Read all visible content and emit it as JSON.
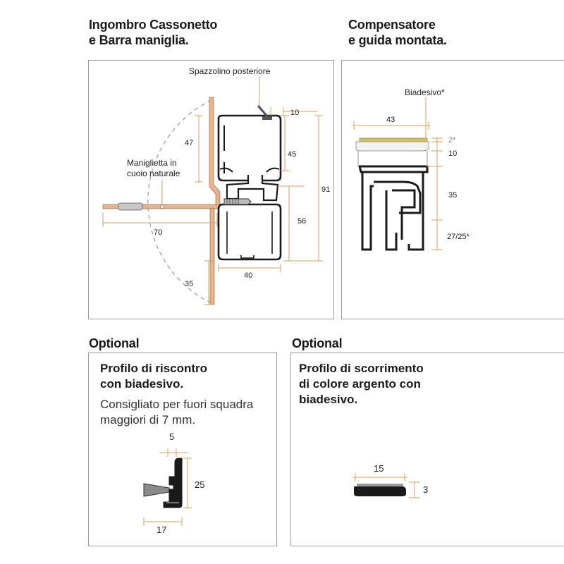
{
  "section1": {
    "title_line1": "Ingombro Cassonetto",
    "title_line2": "e Barra maniglia.",
    "labels": {
      "brush": "Spazzolino posteriore",
      "handle_line1": "Maniglietta in",
      "handle_line2": "cuoio naturale"
    },
    "dims": {
      "d10": "10",
      "d47": "47",
      "d45": "45",
      "d91": "91",
      "d56": "56",
      "d70": "70",
      "d40": "40",
      "d35": "35"
    }
  },
  "section2": {
    "title_line1": "Compensatore",
    "title_line2": "e guida montata.",
    "labels": {
      "adhesive": "Biadesivo*"
    },
    "dims": {
      "d43": "43",
      "d2": "2*",
      "d10": "10",
      "d35": "35",
      "d27": "27/25*"
    }
  },
  "section3": {
    "title": "Optional",
    "head_line1": "Profilo di riscontro",
    "head_line2": "con biadesivo.",
    "sub_line1": "Consigliato per fuori squadra",
    "sub_line2": "maggiori di 7 mm.",
    "dims": {
      "d5": "5",
      "d25": "25",
      "d17": "17"
    }
  },
  "section4": {
    "title": "Optional",
    "head_line1": "Profilo di scorrimento",
    "head_line2": "di colore argento con",
    "head_line3": "biadesivo.",
    "dims": {
      "d15": "15",
      "d3": "3"
    }
  },
  "colors": {
    "dimension_line": "#d4a05a",
    "profile_fill": "#ffffff",
    "profile_stroke": "#1a1a1a",
    "handle_bar": "#e9b48a",
    "adhesive": "#d8c25a",
    "panel_border": "#9a9a9a"
  }
}
